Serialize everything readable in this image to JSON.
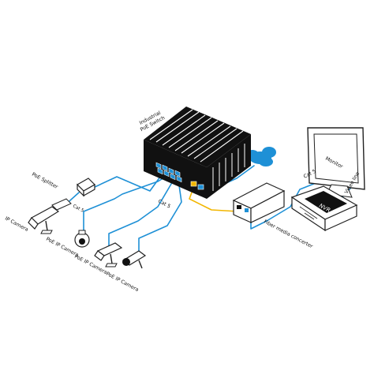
{
  "colors": {
    "ethernet_cable": "#1e90d6",
    "fiber_cable": "#f2b600",
    "device_dark": "#111111",
    "outline": "#222222",
    "cloud": "#1e90d6"
  },
  "icons": [
    "cloud-icon",
    "ip-camera-icon",
    "dome-camera-icon",
    "bullet-camera-icon",
    "monitor-icon"
  ],
  "labels": {
    "switch": [
      "Industrial",
      "PoE Switch"
    ],
    "poe_splitter": "PoE Splitter",
    "cat5_splitter": "Cat 5",
    "cat5_center": "Cat 5",
    "cat5_nvr": "Cat 5",
    "ip_camera": "IP Camera",
    "poe_ip_camera_1": "PoE IP Camera",
    "poe_ip_camera_2": "PoE IP Camera",
    "poe_ip_camera_3": "PoE IP Camera",
    "fiber_media_converter": "Fiber media concerter",
    "nvr": "NVR",
    "monitor": "Monitor",
    "video_line": "Video line"
  }
}
